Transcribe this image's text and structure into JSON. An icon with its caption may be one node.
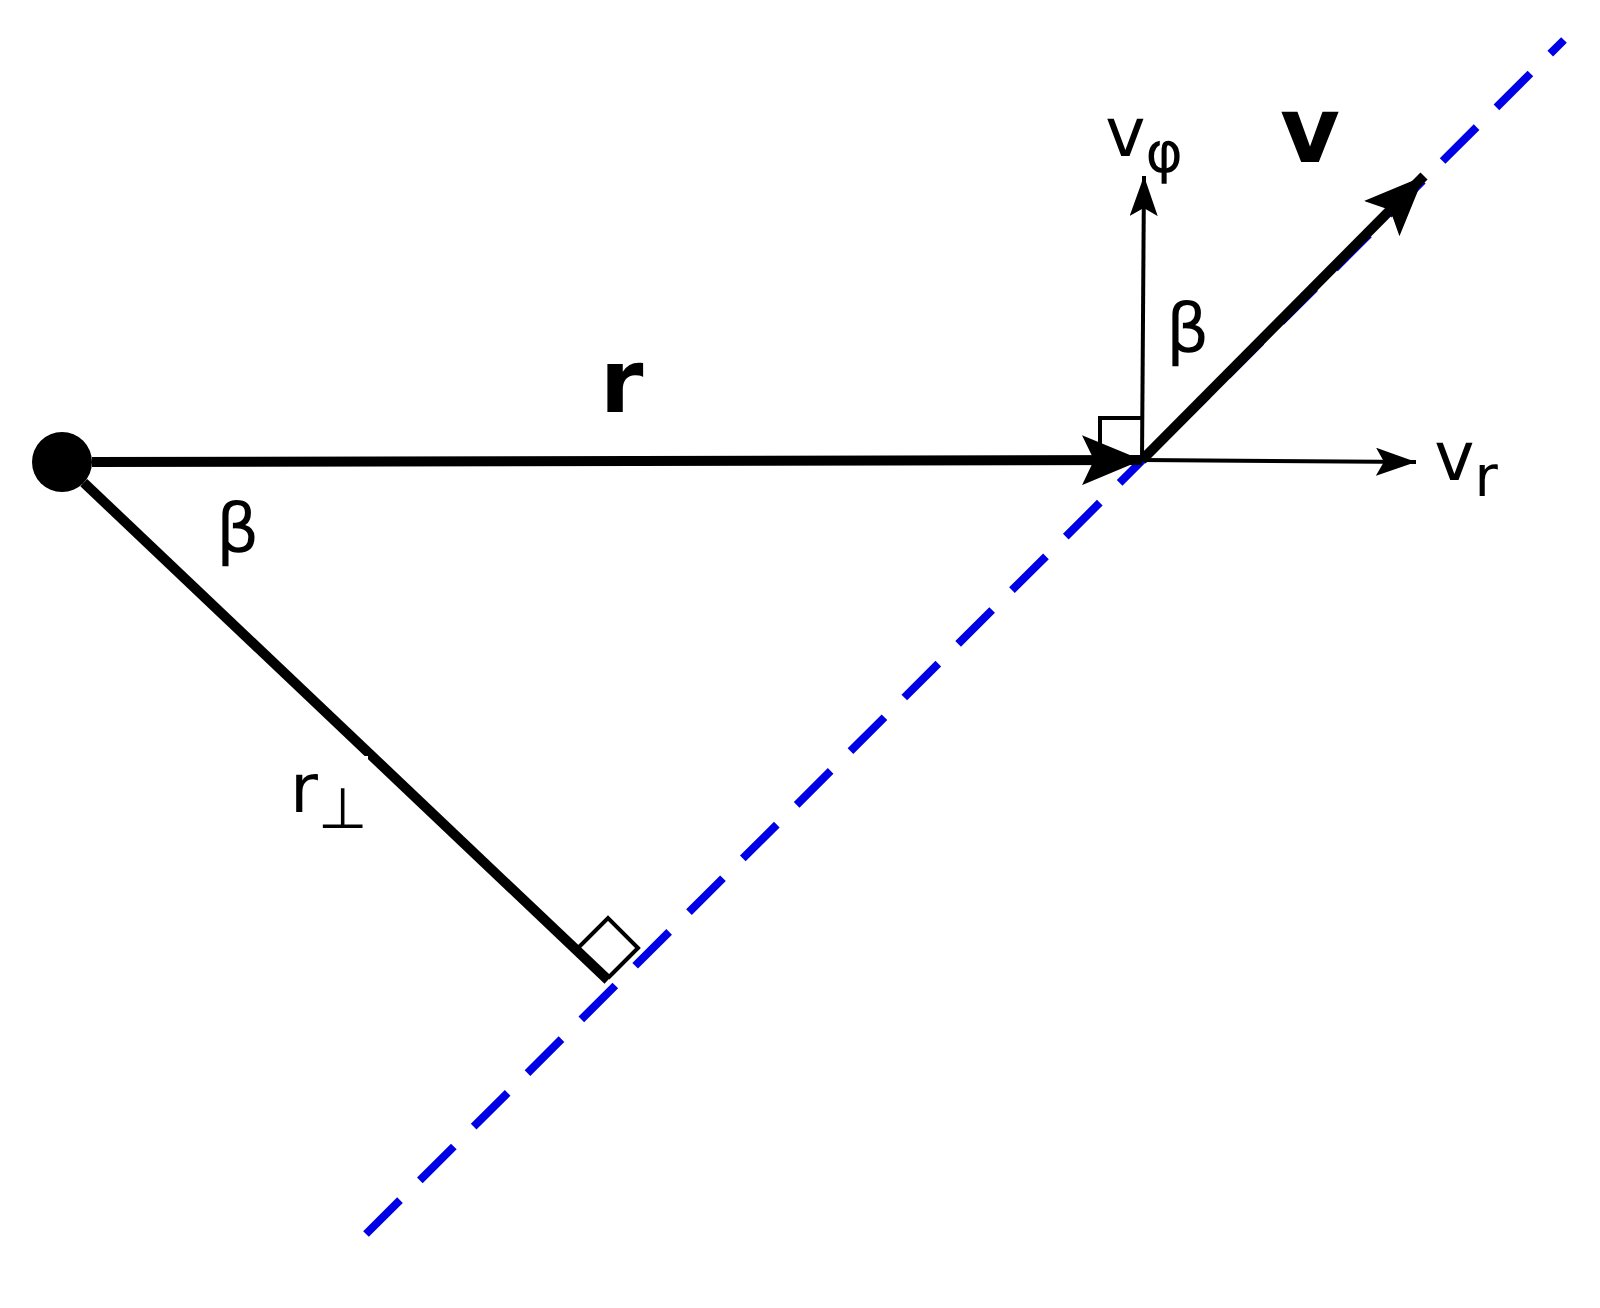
{
  "diagram": {
    "nodes": [
      {
        "text": [],
        "shape": "circle"
      },
      {
        "text": [
          "v$_{φ}$"
        ]
      },
      {
        "text": [
          "v$_{r}$"
        ]
      },
      {
        "text": [
          "v"
        ]
      },
      {
        "text": [],
        "shape": "box"
      },
      {
        "text": [],
        "shape": "box"
      }
    ],
    "edges": [
      {
        "from": 0,
        "to": 4,
        "arrow": "to",
        "label": "r"
      },
      {
        "from": 0,
        "to": 5,
        "arrow": "none",
        "label": "r$_{⊥}$"
      },
      {
        "from": 4,
        "to": 3,
        "arrow": "to"
      },
      {
        "from": 4,
        "to": 1,
        "arrow": "to"
      },
      {
        "from": 4,
        "to": 2,
        "arrow": "to"
      }
    ],
    "labels": [
      "β",
      "β"
    ]
  }
}
